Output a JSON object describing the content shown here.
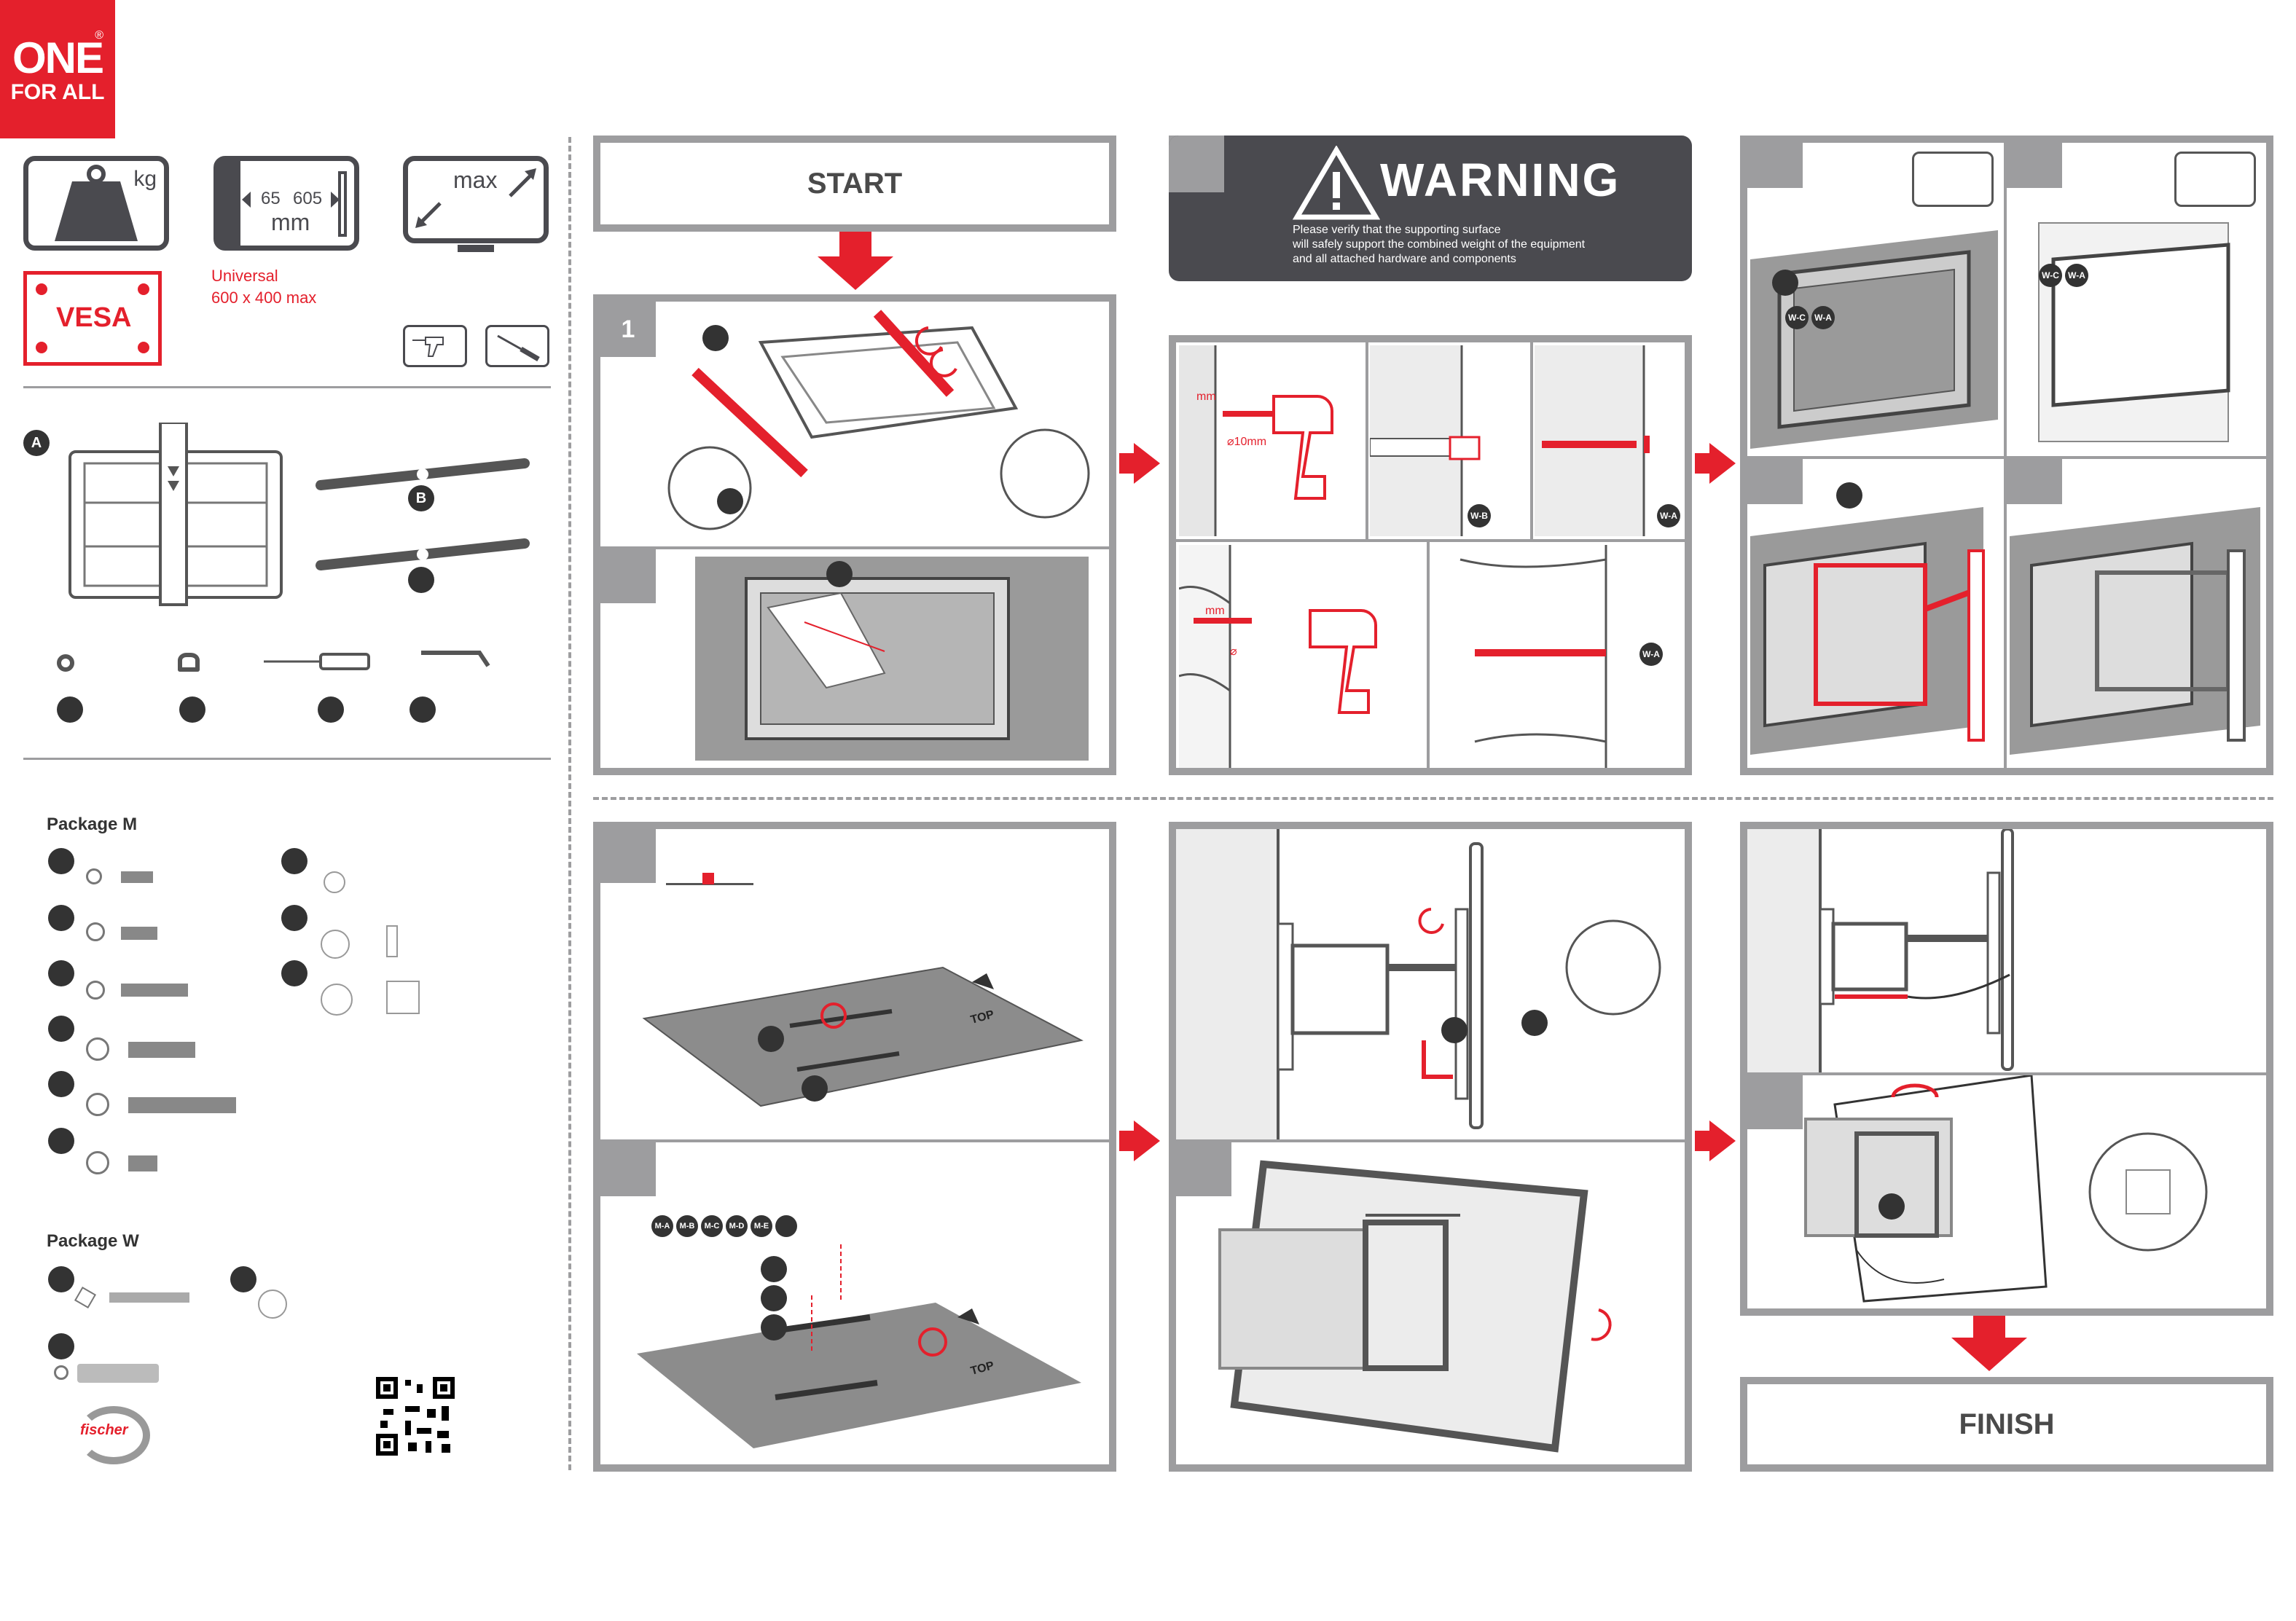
{
  "brand": {
    "line1": "ONE",
    "line2": "FOR ALL",
    "reg": "®"
  },
  "specs": {
    "weight_unit": "kg",
    "depth_min": "65",
    "depth_max": "605",
    "depth_unit": "mm",
    "size_label": "max",
    "vesa_label": "VESA",
    "vesa_universal": "Universal",
    "vesa_max": "600 x 400 max"
  },
  "parts": {
    "a_label": "A",
    "b_label": "B"
  },
  "packages": {
    "m_title": "Package M",
    "w_title": "Package W",
    "fischer": "fischer"
  },
  "flow": {
    "start": "START",
    "finish": "FINISH",
    "step1": "1"
  },
  "warning": {
    "title": "WARNING",
    "line1": "Please verify that the supporting surface",
    "line2": "will safely support the combined weight of the equipment",
    "line3": "and all attached hardware and components"
  },
  "drill": {
    "mm": "mm",
    "diameter": "⌀10mm",
    "diameter2": "⌀",
    "mm2": "mm",
    "wb": "W-B",
    "wa": "W-A",
    "wa2": "W-A"
  },
  "wall_badges": {
    "wc": "W-C",
    "wa": "W-A"
  },
  "tv_labels": {
    "top": "TOP",
    "top2": "TOP"
  },
  "screw_badges": [
    "M-A",
    "M-B",
    "M-C",
    "M-D",
    "M-E"
  ],
  "colors": {
    "accent": "#e4202c",
    "frame": "#9d9d9f",
    "dark": "#4a4a4f"
  }
}
